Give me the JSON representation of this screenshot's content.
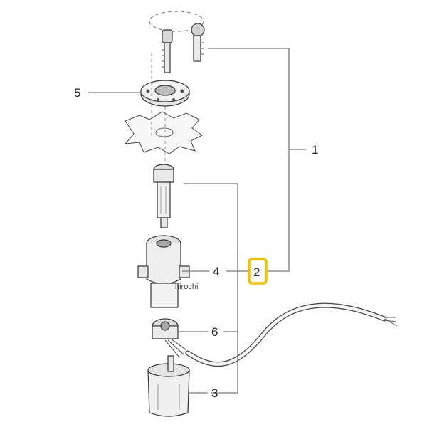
{
  "diagram": {
    "callouts": {
      "c1": "1",
      "c2": "2",
      "c3": "3",
      "c4": "4",
      "c5": "5",
      "c6": "6"
    },
    "watermark": "hirochi",
    "highlight_color": "#f2c200"
  }
}
